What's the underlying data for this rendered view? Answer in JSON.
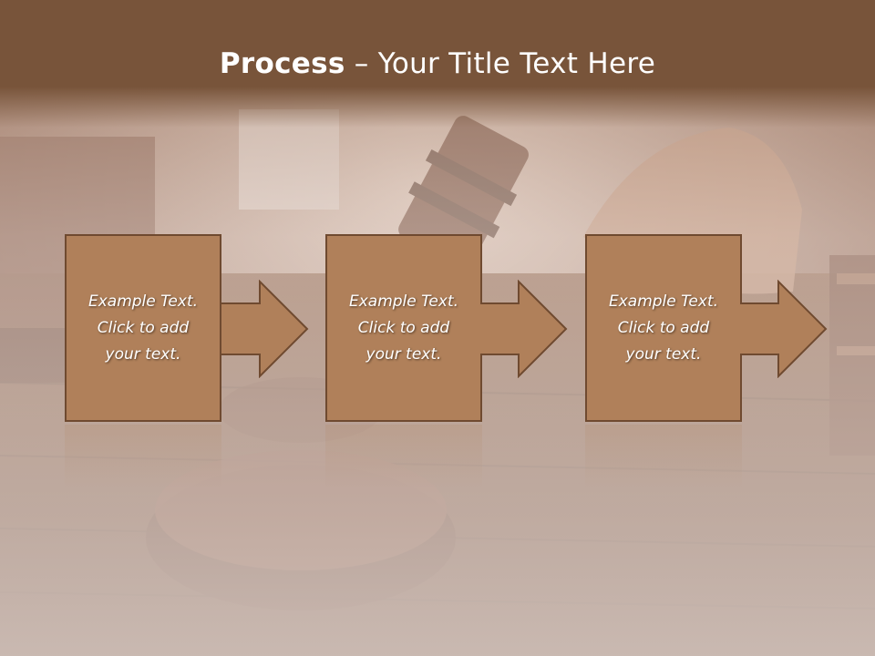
{
  "slide": {
    "title_bold": "Process",
    "title_rest": " – Your Title Text Here"
  },
  "steps": [
    {
      "text": "Example Text.\nClick  to add\nyour text."
    },
    {
      "text": "Example Text.\nClick  to add\nyour text."
    },
    {
      "text": "Example Text.\nClick  to add\nyour text."
    }
  ],
  "colors": {
    "header": "#78543a",
    "box_fill": "#b0805a",
    "box_border": "#6f4a30"
  }
}
